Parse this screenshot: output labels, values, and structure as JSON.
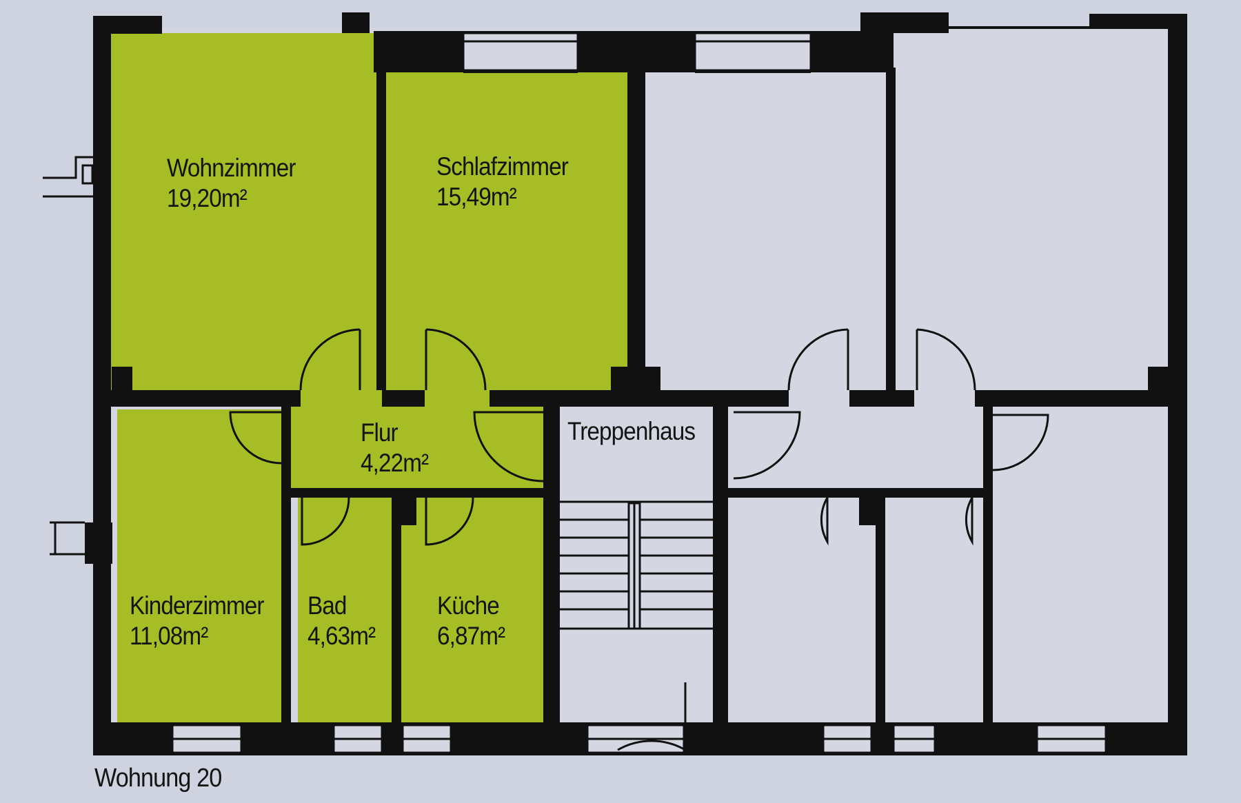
{
  "plan": {
    "caption": "Wohnung 20",
    "colors": {
      "background": "#cfd3df",
      "apartment_fill": "#a6bd26",
      "other_fill": "#d3d6e0",
      "wall": "#111111"
    },
    "rooms": [
      {
        "id": "wohnzimmer",
        "name": "Wohnzimmer",
        "area": "19,20m²",
        "highlighted": true
      },
      {
        "id": "schlafzimmer",
        "name": "Schlafzimmer",
        "area": "15,49m²",
        "highlighted": true
      },
      {
        "id": "flur",
        "name": "Flur",
        "area": "4,22m²",
        "highlighted": true
      },
      {
        "id": "kinderzimmer",
        "name": "Kinderzimmer",
        "area": "11,08m²",
        "highlighted": true
      },
      {
        "id": "bad",
        "name": "Bad",
        "area": "4,63m²",
        "highlighted": true
      },
      {
        "id": "kueche",
        "name": "Küche",
        "area": "6,87m²",
        "highlighted": true
      },
      {
        "id": "treppenhaus",
        "name": "Treppenhaus",
        "area": "",
        "highlighted": false
      }
    ]
  }
}
